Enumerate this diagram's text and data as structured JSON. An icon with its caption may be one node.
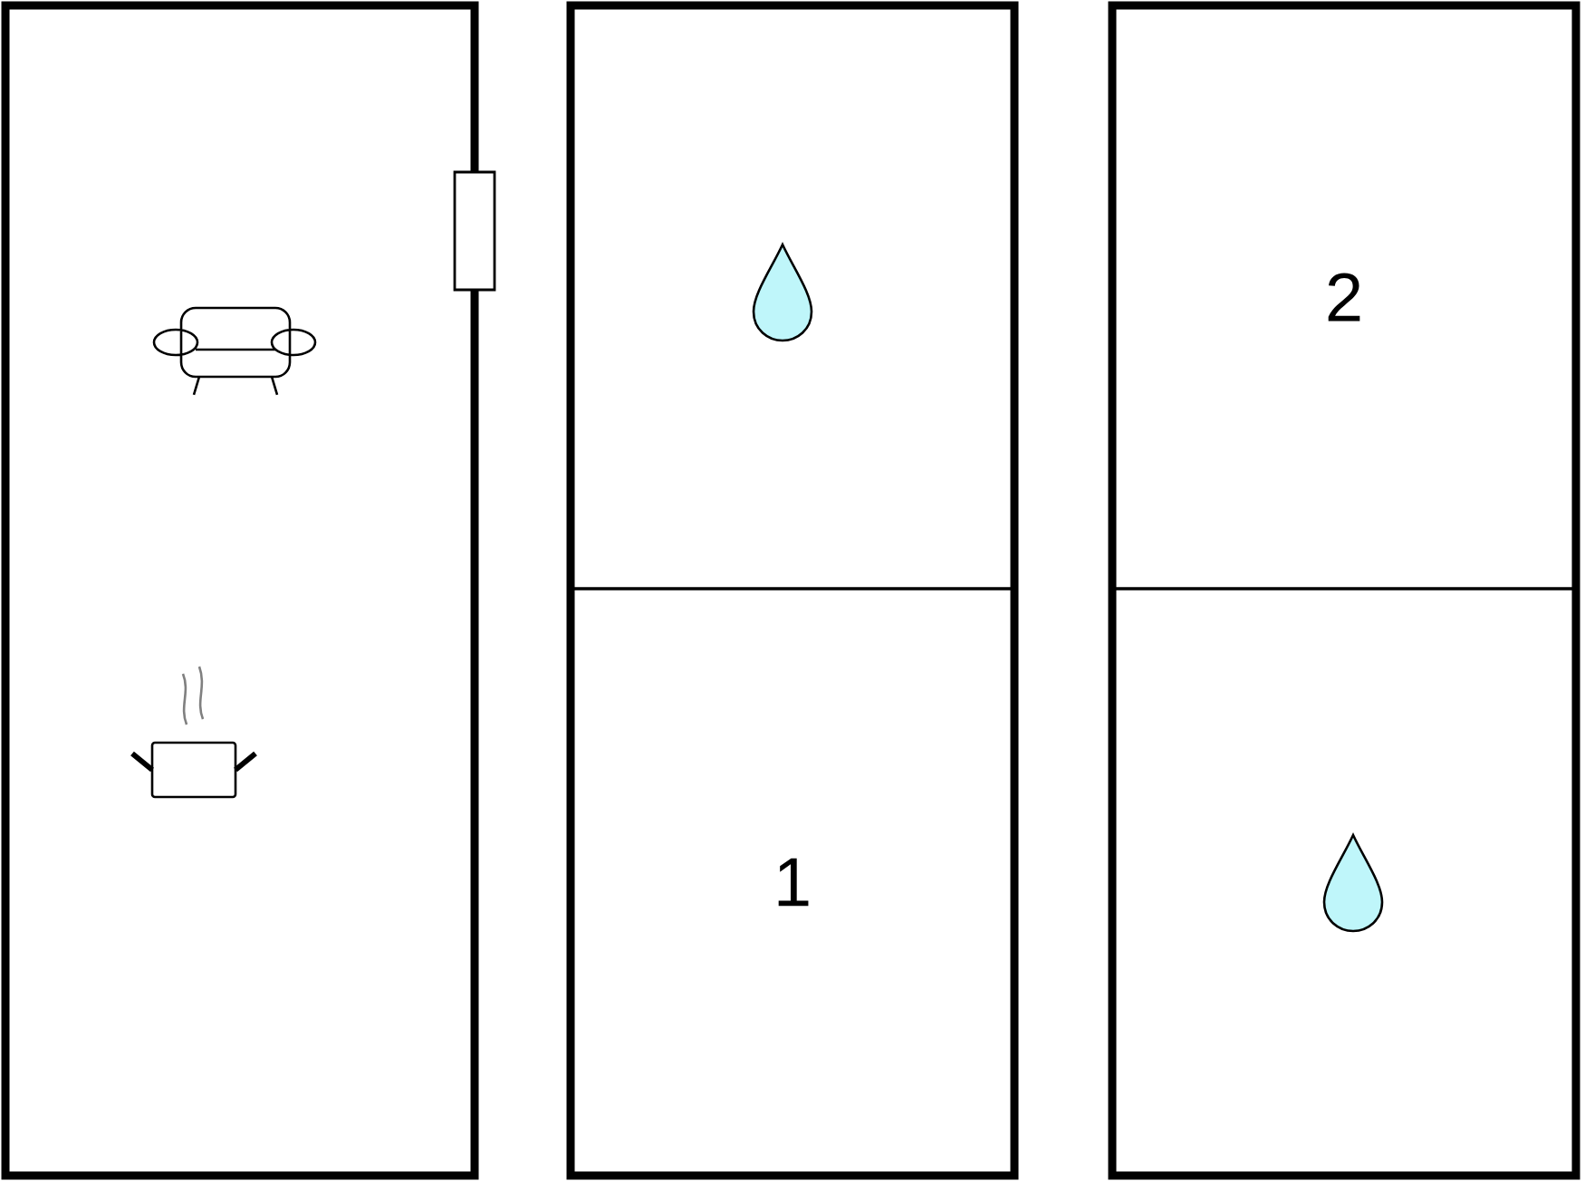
{
  "diagram": {
    "nodes": [
      {
        "text": [],
        "shape": "box"
      },
      {
        "text": [],
        "shape": "box"
      },
      {
        "text": [
          "1"
        ]
      },
      {
        "text": [
          "2"
        ]
      },
      {
        "text": [],
        "shape": "box"
      }
    ]
  }
}
